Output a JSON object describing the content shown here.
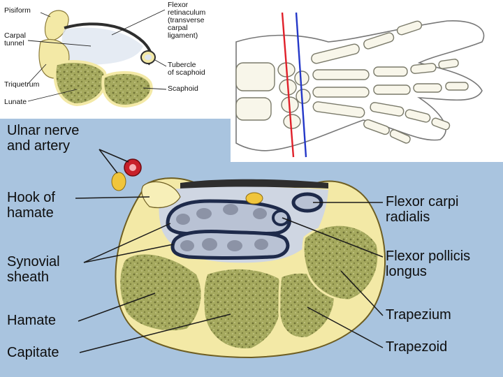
{
  "inset_labels": {
    "pisiform": "Pisiform",
    "carpal_tunnel": "Carpal\ntunnel",
    "triquetrum": "Triquetrum",
    "lunate": "Lunate",
    "flexor_retinaculum": "Flexor\nretinaculum\n(transverse\ncarpal\nligament)",
    "tubercle_scaphoid": "Tubercle\nof scaphoid",
    "scaphoid": "Scaphoid"
  },
  "main_labels": {
    "ulnar": "Ulnar nerve\nand artery",
    "hook_hamate": "Hook of\nhamate",
    "synovial": "Synovial\nsheath",
    "hamate": "Hamate",
    "capitate": "Capitate",
    "fcr": "Flexor carpi\nradialis",
    "fpl": "Flexor pollicis\nlongus",
    "trapezium": "Trapezium",
    "trapezoid": "Trapezoid"
  },
  "colors": {
    "background": "#a9c4df",
    "bone_cortex": "#f3e9a6",
    "bone_marrow": "#9ea35a",
    "ligament": "#2e2e2e",
    "sheath": "#1e2a4a",
    "tendon": "#8c93a6",
    "nerve": "#f0c53c",
    "artery": "#c8202a",
    "line_red": "#e0202a",
    "line_blue": "#2438c8"
  }
}
